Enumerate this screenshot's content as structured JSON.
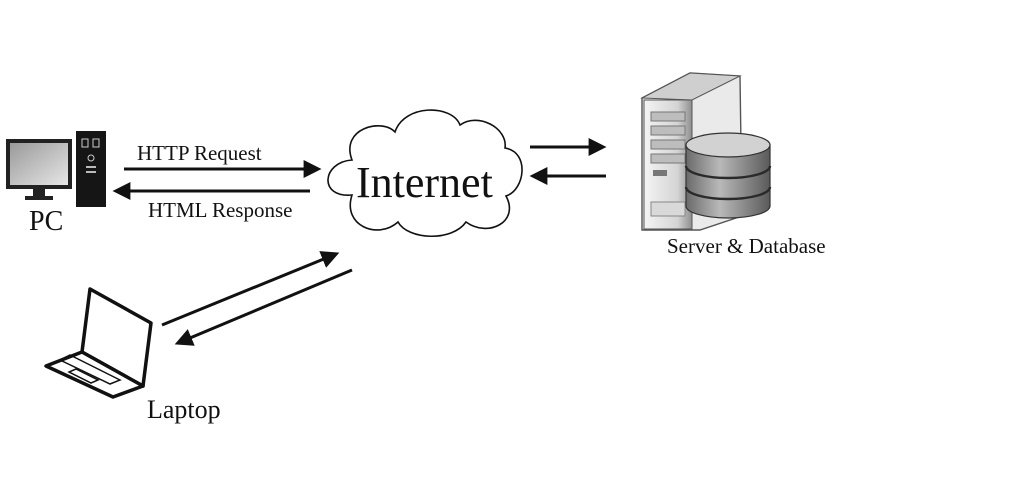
{
  "nodes": {
    "pc": {
      "label": "PC",
      "icon": "desktop-computer-icon"
    },
    "laptop": {
      "label": "Laptop",
      "icon": "laptop-icon"
    },
    "internet": {
      "label": "Internet",
      "icon": "cloud-icon"
    },
    "server": {
      "label": "Server & Database",
      "icon": "server-database-icon"
    }
  },
  "edges": {
    "request_label": "HTTP Request",
    "response_label": "HTML Response"
  },
  "colors": {
    "ink": "#111111",
    "device_fill": "#ffffff"
  }
}
